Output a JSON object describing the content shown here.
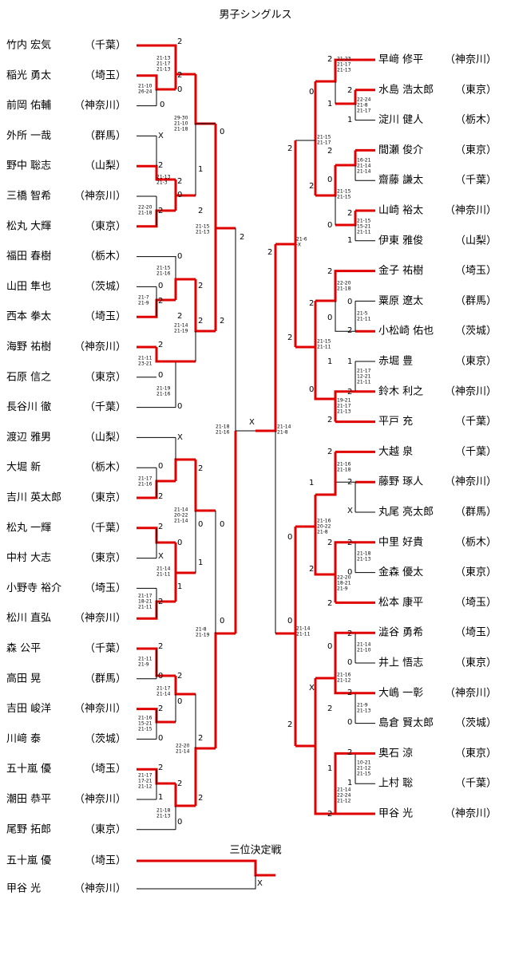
{
  "title": "男子シングルス",
  "third_place": {
    "label": "三位決定戦",
    "players": [
      {
        "name": "五十嵐 優",
        "pref": "（埼玉）",
        "result": ""
      },
      {
        "name": "甲谷 光",
        "pref": "（神奈川）",
        "result": "X"
      }
    ]
  },
  "left": [
    {
      "name": "竹内 宏気",
      "pref": "（千葉）"
    },
    {
      "name": "稲光 勇太",
      "pref": "（埼玉）"
    },
    {
      "name": "前岡 佑輔",
      "pref": "（神奈川）"
    },
    {
      "name": "外所 一哉",
      "pref": "（群馬）"
    },
    {
      "name": "野中 聡志",
      "pref": "（山梨）"
    },
    {
      "name": "三橋 智希",
      "pref": "（神奈川）"
    },
    {
      "name": "松丸 大輝",
      "pref": "（東京）"
    },
    {
      "name": "福田 春樹",
      "pref": "（栃木）"
    },
    {
      "name": "山田 隼也",
      "pref": "（茨城）"
    },
    {
      "name": "西本 拳太",
      "pref": "（埼玉）"
    },
    {
      "name": "海野 祐樹",
      "pref": "（神奈川）"
    },
    {
      "name": "石原 信之",
      "pref": "（東京）"
    },
    {
      "name": "長谷川 徹",
      "pref": "（千葉）"
    },
    {
      "name": "渡辺 雅男",
      "pref": "（山梨）"
    },
    {
      "name": "大堀 新",
      "pref": "（栃木）"
    },
    {
      "name": "吉川 英太郎",
      "pref": "（東京）"
    },
    {
      "name": "松丸 一輝",
      "pref": "（千葉）"
    },
    {
      "name": "中村 大志",
      "pref": "（東京）"
    },
    {
      "name": "小野寺 裕介",
      "pref": "（埼玉）"
    },
    {
      "name": "松川 直弘",
      "pref": "（神奈川）"
    },
    {
      "name": "森 公平",
      "pref": "（千葉）"
    },
    {
      "name": "高田 晃",
      "pref": "（群馬）"
    },
    {
      "name": "吉田 峻洋",
      "pref": "（神奈川）"
    },
    {
      "name": "川﨑 泰",
      "pref": "（茨城）"
    },
    {
      "name": "五十嵐 優",
      "pref": "（埼玉）"
    },
    {
      "name": "潮田 恭平",
      "pref": "（神奈川）"
    },
    {
      "name": "尾野 拓郎",
      "pref": "（東京）"
    }
  ],
  "right": [
    {
      "name": "早﨑 修平",
      "pref": "（神奈川）"
    },
    {
      "name": "水島 浩太郎",
      "pref": "（東京）"
    },
    {
      "name": "淀川 健人",
      "pref": "（栃木）"
    },
    {
      "name": "間瀬 俊介",
      "pref": "（東京）"
    },
    {
      "name": "齋藤 謙太",
      "pref": "（千葉）"
    },
    {
      "name": "山崎 裕太",
      "pref": "（神奈川）"
    },
    {
      "name": "伊東 雅俊",
      "pref": "（山梨）"
    },
    {
      "name": "金子 祐樹",
      "pref": "（埼玉）"
    },
    {
      "name": "粟原 遼太",
      "pref": "（群馬）"
    },
    {
      "name": "小松崎 佑也",
      "pref": "（茨城）"
    },
    {
      "name": "赤堀 豊",
      "pref": "（東京）"
    },
    {
      "name": "鈴木 利之",
      "pref": "（神奈川）"
    },
    {
      "name": "平戸 充",
      "pref": "（千葉）"
    },
    {
      "name": "大越 泉",
      "pref": "（千葉）"
    },
    {
      "name": "藤野 琢人",
      "pref": "（神奈川）"
    },
    {
      "name": "丸尾 亮太郎",
      "pref": "（群馬）"
    },
    {
      "name": "中里 好貴",
      "pref": "（栃木）"
    },
    {
      "name": "金森 優太",
      "pref": "（東京）"
    },
    {
      "name": "松本 康平",
      "pref": "（埼玉）"
    },
    {
      "name": "澁谷 勇希",
      "pref": "（埼玉）"
    },
    {
      "name": "井上 悟志",
      "pref": "（東京）"
    },
    {
      "name": "大嶋 一彰",
      "pref": "（神奈川）"
    },
    {
      "name": "島倉 賢太郎",
      "pref": "（茨城）"
    },
    {
      "name": "奥石 涼",
      "pref": "（東京）"
    },
    {
      "name": "上村 聡",
      "pref": "（千葉）"
    },
    {
      "name": "甲谷 光",
      "pref": "（神奈川）"
    }
  ],
  "final": {
    "left_result": "X",
    "right_result": "",
    "scores_left": [
      "21-18",
      "21-16"
    ],
    "scores_right": [
      "21-14",
      "21-8"
    ]
  },
  "colors": {
    "winner_line": "#e00000",
    "loser_line": "#000000"
  }
}
